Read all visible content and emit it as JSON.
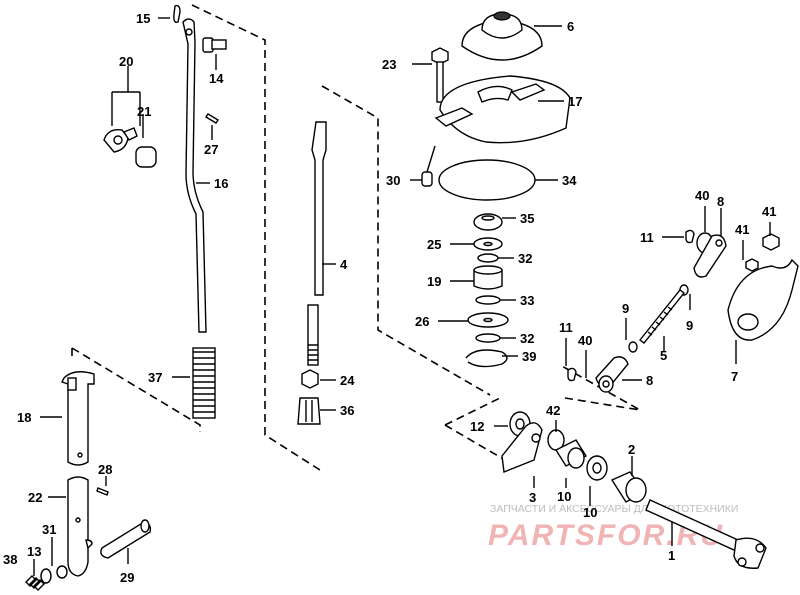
{
  "callouts": [
    {
      "id": "c15",
      "text": "15"
    },
    {
      "id": "c14",
      "text": "14"
    },
    {
      "id": "c20",
      "text": "20"
    },
    {
      "id": "c21",
      "text": "21"
    },
    {
      "id": "c27",
      "text": "27"
    },
    {
      "id": "c16",
      "text": "16"
    },
    {
      "id": "c37",
      "text": "37"
    },
    {
      "id": "c18",
      "text": "18"
    },
    {
      "id": "c28",
      "text": "28"
    },
    {
      "id": "c22",
      "text": "22"
    },
    {
      "id": "c31",
      "text": "31"
    },
    {
      "id": "c38",
      "text": "38"
    },
    {
      "id": "c13",
      "text": "13"
    },
    {
      "id": "c29",
      "text": "29"
    },
    {
      "id": "c4",
      "text": "4"
    },
    {
      "id": "c24",
      "text": "24"
    },
    {
      "id": "c36",
      "text": "36"
    },
    {
      "id": "c6",
      "text": "6"
    },
    {
      "id": "c23",
      "text": "23"
    },
    {
      "id": "c17",
      "text": "17"
    },
    {
      "id": "c30",
      "text": "30"
    },
    {
      "id": "c34",
      "text": "34"
    },
    {
      "id": "c35",
      "text": "35"
    },
    {
      "id": "c25",
      "text": "25"
    },
    {
      "id": "c32a",
      "text": "32"
    },
    {
      "id": "c19",
      "text": "19"
    },
    {
      "id": "c33",
      "text": "33"
    },
    {
      "id": "c26",
      "text": "26"
    },
    {
      "id": "c32b",
      "text": "32"
    },
    {
      "id": "c39",
      "text": "39"
    },
    {
      "id": "c40a",
      "text": "40"
    },
    {
      "id": "c8a",
      "text": "8"
    },
    {
      "id": "c41a",
      "text": "41"
    },
    {
      "id": "c11a",
      "text": "11"
    },
    {
      "id": "c41b",
      "text": "41"
    },
    {
      "id": "c9a",
      "text": "9"
    },
    {
      "id": "c9b",
      "text": "9"
    },
    {
      "id": "c11b",
      "text": "11"
    },
    {
      "id": "c40b",
      "text": "40"
    },
    {
      "id": "c5",
      "text": "5"
    },
    {
      "id": "c7",
      "text": "7"
    },
    {
      "id": "c8b",
      "text": "8"
    },
    {
      "id": "c12",
      "text": "12"
    },
    {
      "id": "c42",
      "text": "42"
    },
    {
      "id": "c2",
      "text": "2"
    },
    {
      "id": "c3",
      "text": "3"
    },
    {
      "id": "c10a",
      "text": "10"
    },
    {
      "id": "c10b",
      "text": "10"
    },
    {
      "id": "c1",
      "text": "1"
    }
  ],
  "watermark": {
    "line1": "ЗАПЧАСТИ И АКСЕССУАРЫ ДЛЯ МОТОТЕХНИКИ",
    "line2": "PARTSFOR.RU"
  },
  "colors": {
    "ink": "#000000",
    "watermark_text": "#bdbdbd",
    "watermark_logo": "#f0b4b4"
  }
}
